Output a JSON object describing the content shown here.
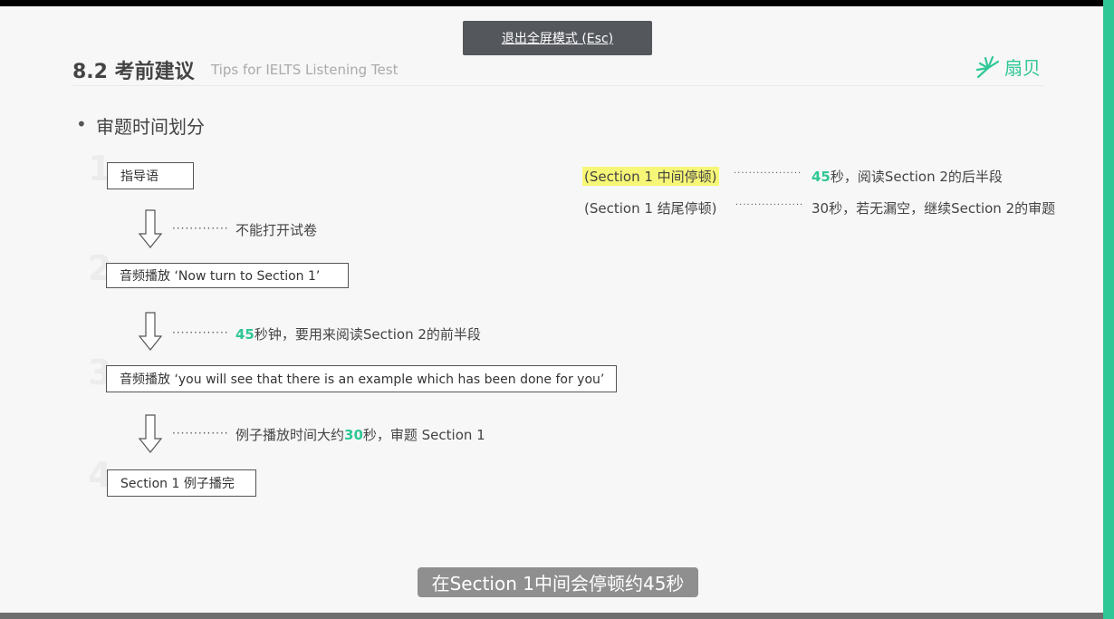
{
  "exit_fullscreen": "退出全屏模式 (Esc)",
  "header": {
    "section_title": "8.2 考前建议",
    "subtitle": "Tips for IELTS Listening Test",
    "logo_text": "扇贝"
  },
  "bullet": {
    "symbol": "•",
    "text": "审题时间划分"
  },
  "steps": [
    {
      "num": "1",
      "box": "指导语"
    },
    {
      "num": "2",
      "box": "音频播放  ‘Now turn to Section 1’"
    },
    {
      "num": "3",
      "box": "音频播放  ‘you will see that there is an example which has been done for you’"
    },
    {
      "num": "4",
      "box": "Section 1 例子播完"
    }
  ],
  "notes": [
    {
      "dots": "·············",
      "pre": "",
      "hl": "",
      "post": "不能打开试卷"
    },
    {
      "dots": "·············",
      "pre": "",
      "hl": "45",
      "post": "秒钟，要用来阅读Section 2的前半段"
    },
    {
      "dots": "·············",
      "pre": "例子播放时间大约",
      "hl": "30",
      "post": "秒，审题 Section 1"
    }
  ],
  "right": [
    {
      "label": "(Section 1 中间停顿)",
      "dots": "··················",
      "hl": "45",
      "text": "秒，阅读Section 2的后半段"
    },
    {
      "label": "(Section 1 结尾停顿)",
      "dots": "··················",
      "hl": "",
      "text": "30秒，若无漏空，继续Section 2的审题"
    }
  ],
  "caption": "在Section 1中间会停顿约45秒",
  "colors": {
    "accent": "#2fc796",
    "highlight": "#f7f777",
    "caption_bg": "#7d7d7d"
  }
}
